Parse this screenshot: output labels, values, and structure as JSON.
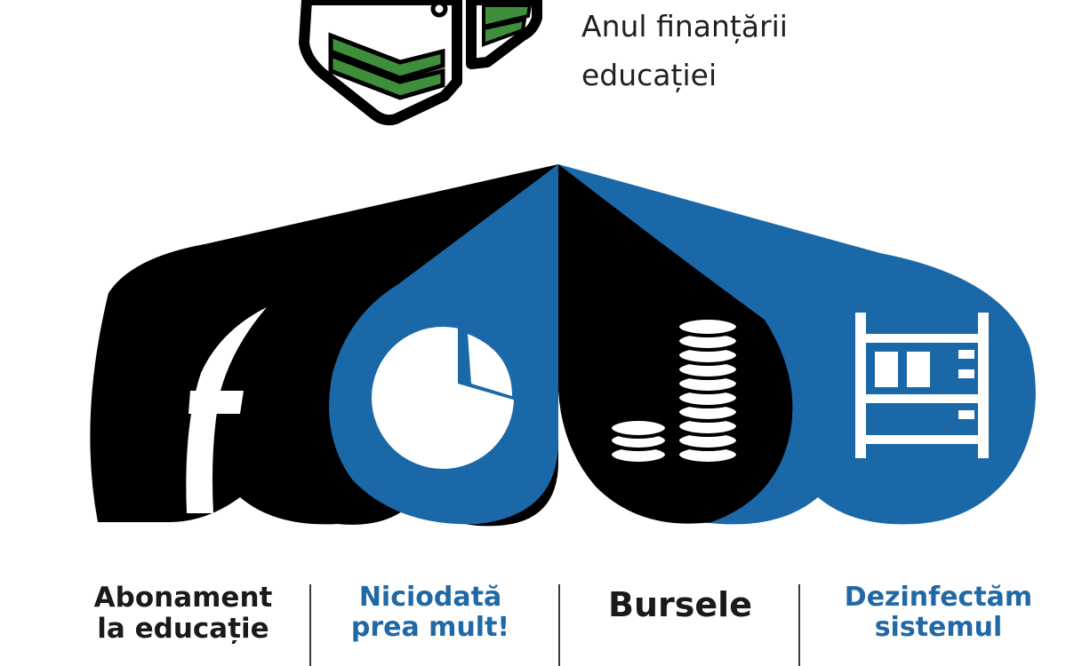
{
  "header": {
    "title_line1": "Anul finanțării",
    "title_line2": "educației"
  },
  "sections": [
    {
      "line1": "Abonament",
      "line2": "la educație",
      "icon": "road-icon"
    },
    {
      "line1": "Niciodată",
      "line2": "prea mult!",
      "icon": "pie-chart-icon"
    },
    {
      "line1": "Bursele",
      "icon": "coins-icon"
    },
    {
      "line1": "Dezinfectăm",
      "line2": "sistemul",
      "icon": "bunk-bed-icon"
    }
  ],
  "colors": {
    "black": "#000000",
    "blue": "#1b68a8",
    "green": "#3f8e3c",
    "label_blue": "#2069a6"
  }
}
